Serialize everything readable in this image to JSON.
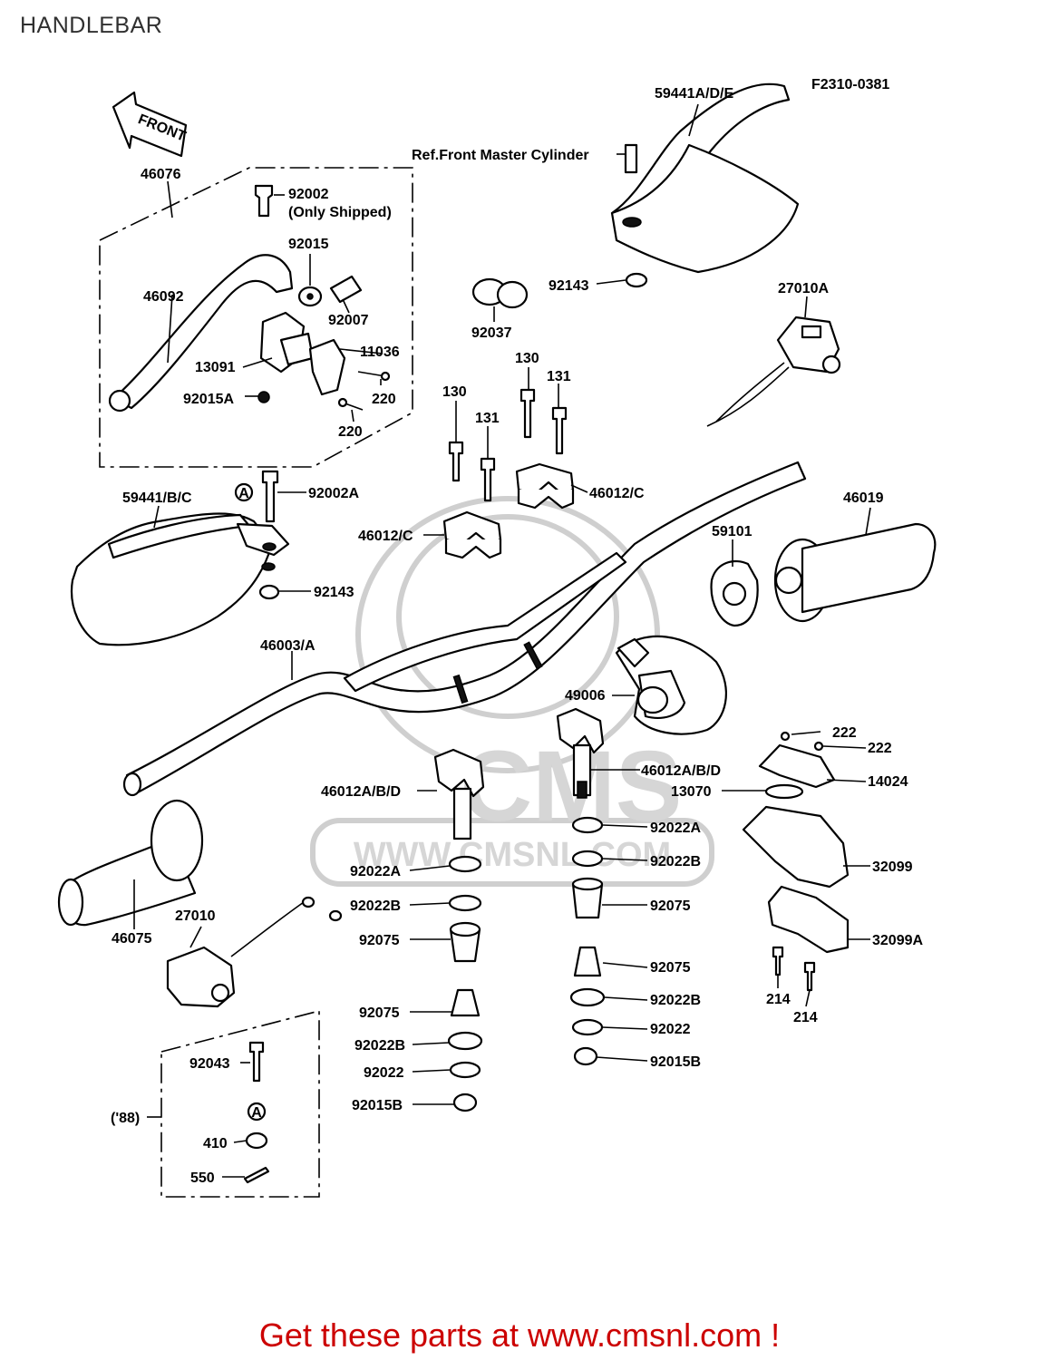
{
  "title": "HANDLEBAR",
  "diagram_code": "F2310-0381",
  "front_arrow": "FRONT",
  "footer": "Get these parts at www.cmsnl.com !",
  "watermark": {
    "brand": "CMS",
    "url": "WWW.CMSNL.COM"
  },
  "labels": {
    "p59441ADE": "59441A/D/E",
    "ref_master": "Ref.Front Master Cylinder",
    "p92143_top": "92143",
    "p27010A": "27010A",
    "p46076": "46076",
    "p92002": "92002",
    "only_shipped": "(Only Shipped)",
    "p92015": "92015",
    "p46092": "46092",
    "p92007": "92007",
    "p11036": "11036",
    "p13091": "13091",
    "p92015A": "92015A",
    "p220a": "220",
    "p220b": "220",
    "p92037": "92037",
    "p130a": "130",
    "p130b": "130",
    "p131a": "131",
    "p131b": "131",
    "p46012C_r": "46012/C",
    "p46012C_l": "46012/C",
    "p59441BC": "59441/B/C",
    "p92002A": "92002A",
    "p92143_left": "92143",
    "p46019": "46019",
    "p59101": "59101",
    "p46003A": "46003/A",
    "p49006": "49006",
    "p222a": "222",
    "p222b": "222",
    "p46012ABD_r": "46012A/B/D",
    "p14024": "14024",
    "p46012ABD_l": "46012A/B/D",
    "p13070": "13070",
    "p92022A_r": "92022A",
    "p92022B_r": "92022B",
    "p32099": "32099",
    "p92022A_l": "92022A",
    "p92022B_l": "92022B",
    "p92075_r1": "92075",
    "p92075_l1": "92075",
    "p32099A": "32099A",
    "p27010": "27010",
    "p46075": "46075",
    "p92075_r2": "92075",
    "p92022B_r2": "92022B",
    "p214a": "214",
    "p214b": "214",
    "p92075_l2": "92075",
    "p92022": "92022",
    "p92022B_l2": "92022B",
    "p92022_l": "92022",
    "p92015B_r": "92015B",
    "p92015B_l": "92015B",
    "p92043": "92043",
    "year88": "('88)",
    "p410": "410",
    "p550": "550",
    "marker_a1": "A",
    "marker_a2": "A"
  }
}
